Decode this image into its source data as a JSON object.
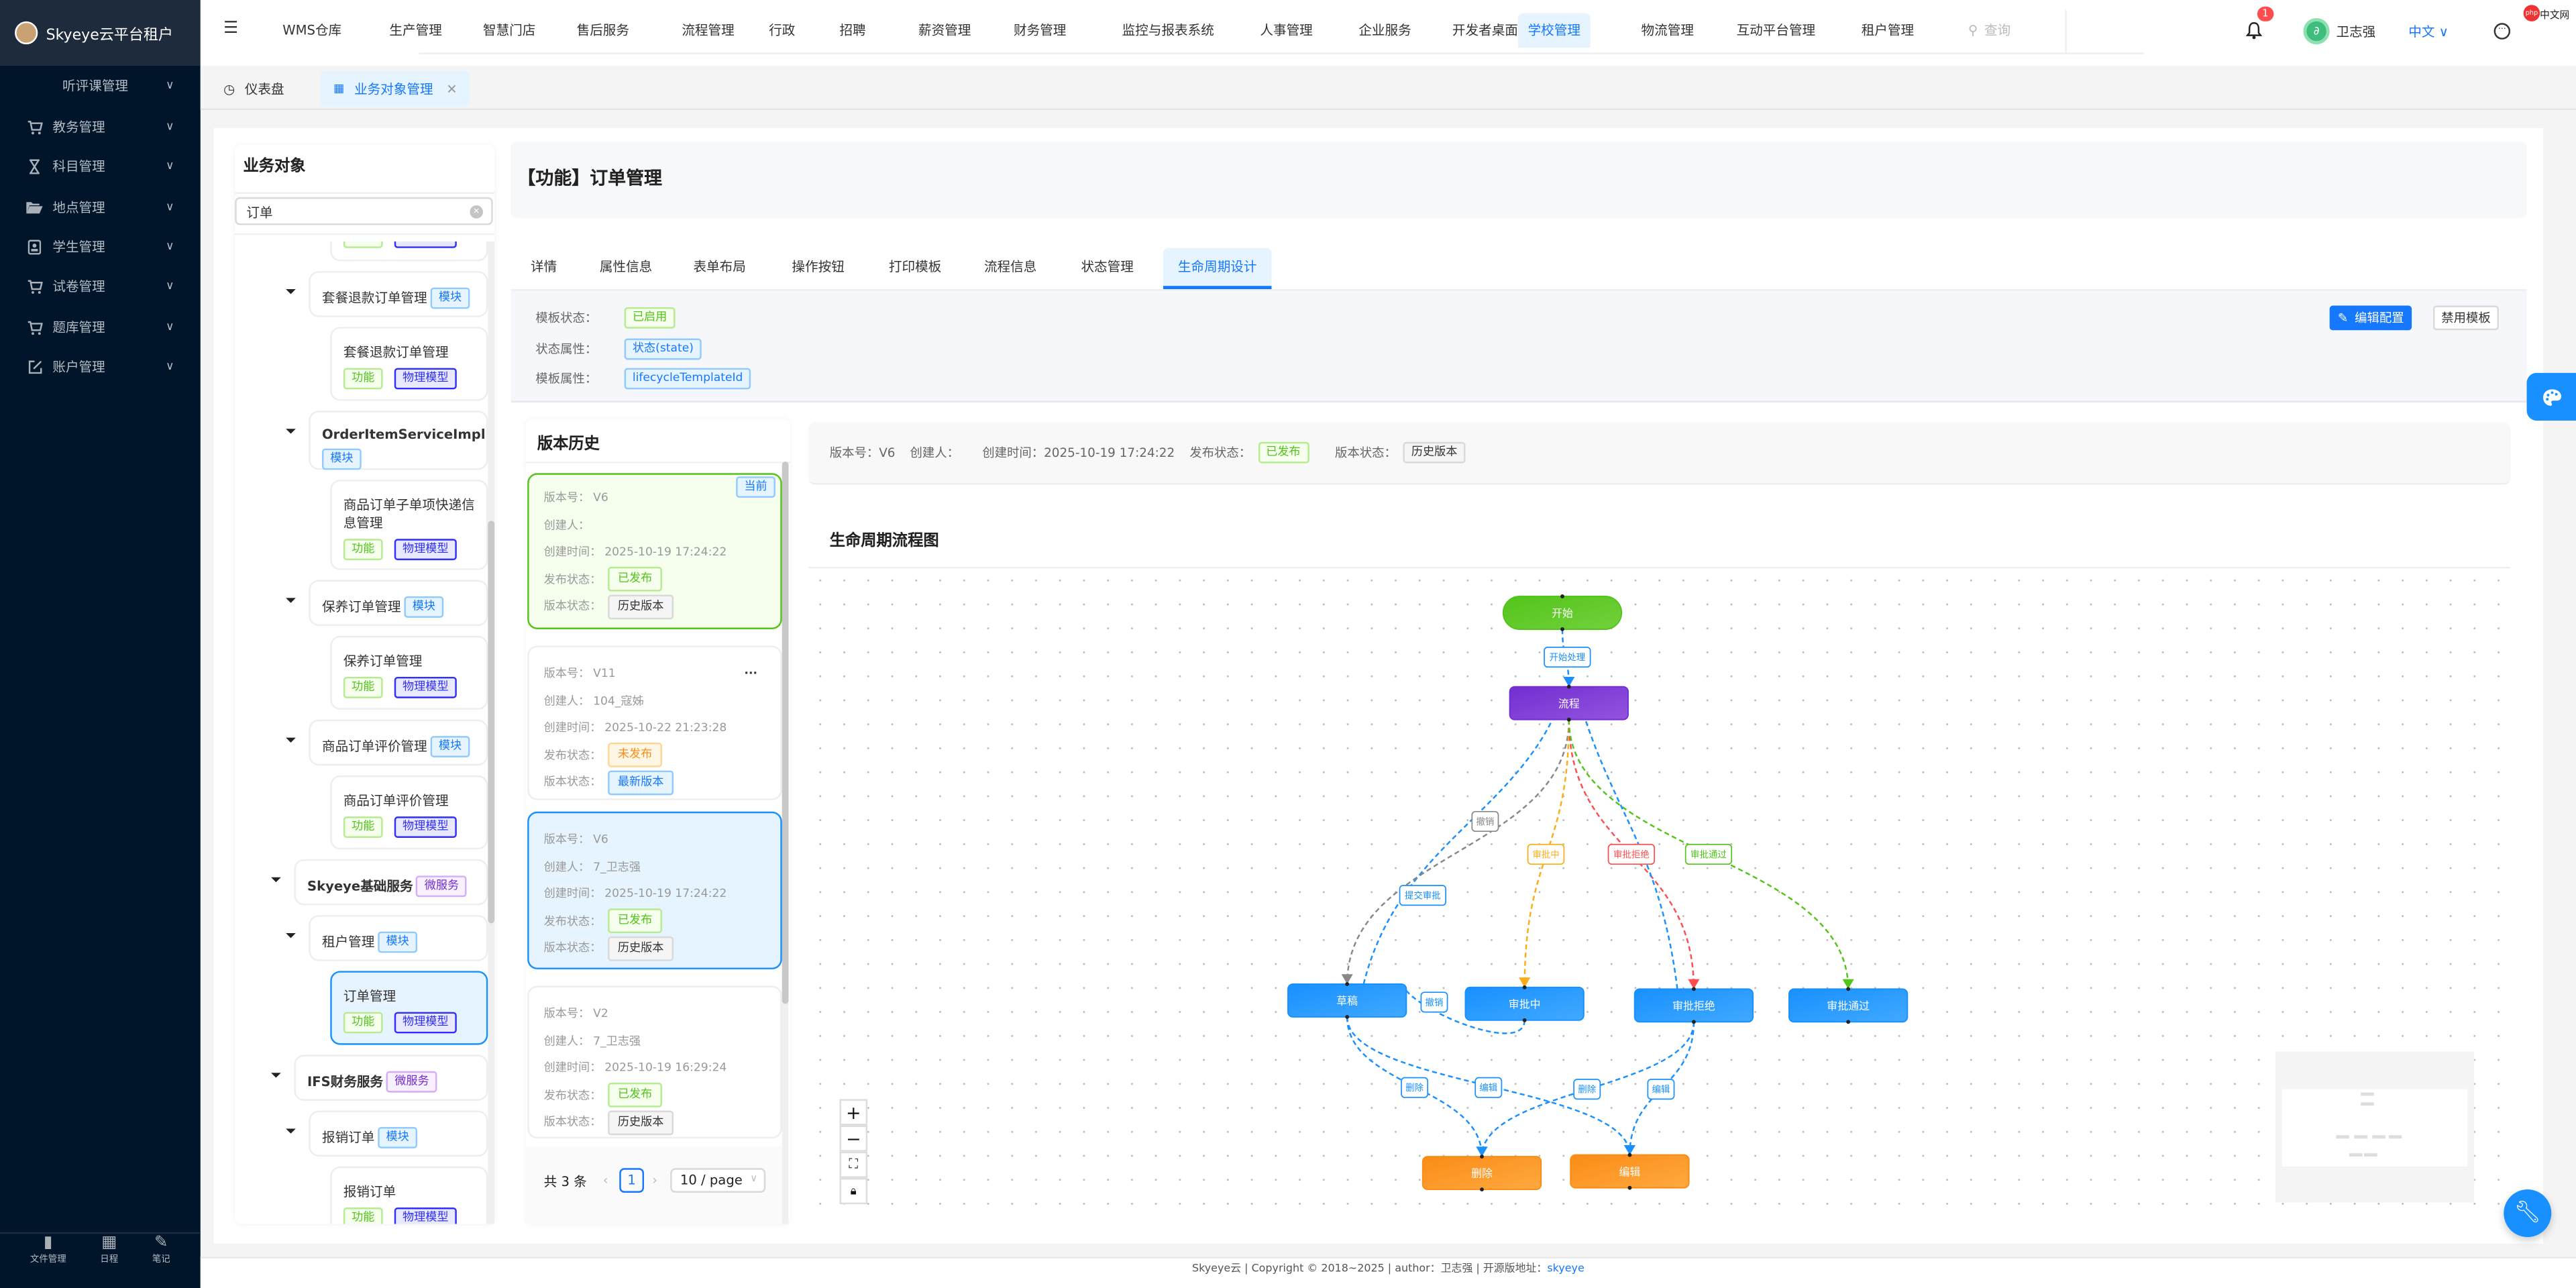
{
  "app": {
    "title": "Skyeye云平台租户"
  },
  "sidebar": {
    "items": [
      {
        "label": "听评课管理",
        "icon": "none"
      },
      {
        "label": "教务管理",
        "icon": "cart-plus-icon"
      },
      {
        "label": "科目管理",
        "icon": "hourglass-icon"
      },
      {
        "label": "地点管理",
        "icon": "folder-open-icon"
      },
      {
        "label": "学生管理",
        "icon": "id-card-icon"
      },
      {
        "label": "试卷管理",
        "icon": "cart-download-icon"
      },
      {
        "label": "题库管理",
        "icon": "cart-download-icon"
      },
      {
        "label": "账户管理",
        "icon": "edit-icon"
      }
    ],
    "bottom": [
      {
        "label": "文件管理",
        "icon": "file-icon"
      },
      {
        "label": "日程",
        "icon": "calendar-icon"
      },
      {
        "label": "笔记",
        "icon": "note-icon"
      }
    ]
  },
  "topnav": {
    "items": [
      "WMS仓库",
      "生产管理",
      "智慧门店",
      "售后服务",
      "流程管理",
      "行政",
      "招聘",
      "薪资管理",
      "财务管理",
      "监控与报表系统",
      "人事管理",
      "企业服务",
      "开发者桌面",
      "学校管理",
      "物流管理",
      "互动平台管理",
      "租户管理"
    ],
    "active": "学校管理",
    "search_placeholder": "查询",
    "notification_count": "1",
    "user": "卫志强",
    "language": "中文",
    "watermark": "中文网"
  },
  "tabs": {
    "items": [
      {
        "label": "仪表盘"
      },
      {
        "label": "业务对象管理",
        "active": true
      }
    ]
  },
  "tree": {
    "title": "业务对象",
    "search_value": "订单",
    "nodes": [
      {
        "type": "func",
        "label": "",
        "level": 3,
        "partial": true
      },
      {
        "type": "module",
        "label": "套餐退款订单管理",
        "level": 2
      },
      {
        "type": "func",
        "label": "套餐退款订单管理",
        "level": 3
      },
      {
        "type": "module",
        "label": "OrderItemServiceImpl",
        "level": 2,
        "wrap": true
      },
      {
        "type": "func",
        "label": "商品订单子单项快递信息管理",
        "level": 3
      },
      {
        "type": "module",
        "label": "保养订单管理",
        "level": 2
      },
      {
        "type": "func",
        "label": "保养订单管理",
        "level": 3
      },
      {
        "type": "module",
        "label": "商品订单评价管理",
        "level": 2
      },
      {
        "type": "func",
        "label": "商品订单评价管理",
        "level": 3
      },
      {
        "type": "service",
        "label": "Skyeye基础服务",
        "level": 1
      },
      {
        "type": "module",
        "label": "租户管理",
        "level": 2
      },
      {
        "type": "func",
        "label": "订单管理",
        "level": 3,
        "selected": true
      },
      {
        "type": "service",
        "label": "IFS财务服务",
        "level": 1
      },
      {
        "type": "module",
        "label": "报销订单",
        "level": 2
      },
      {
        "type": "func",
        "label": "报销订单",
        "level": 3
      }
    ],
    "tags": {
      "module": "模块",
      "service": "微服务",
      "func": "功能",
      "phys": "物理模型"
    }
  },
  "detail": {
    "title": "【功能】订单管理",
    "tabs": [
      "详情",
      "属性信息",
      "表单布局",
      "操作按钮",
      "打印模板",
      "流程信息",
      "状态管理",
      "生命周期设计"
    ],
    "active_tab": "生命周期设计",
    "template": {
      "status_label": "模板状态：",
      "status": "已启用",
      "state_attr_label": "状态属性：",
      "state_attr": "状态(state)",
      "template_attr_label": "模板属性：",
      "template_attr": "lifecycleTemplateId"
    },
    "edit_button": "编辑配置",
    "disable_button": "禁用模板"
  },
  "versions": {
    "title": "版本历史",
    "labels": {
      "version": "版本号：",
      "creator": "创建人：",
      "time": "创建时间：",
      "publish": "发布状态：",
      "state": "版本状态："
    },
    "current_badge": "当前",
    "items": [
      {
        "version": "V6",
        "creator": "",
        "time": "2025-10-19 17:24:22",
        "publish": "已发布",
        "publish_color": "green",
        "state": "历史版本",
        "state_color": "gray",
        "current": true
      },
      {
        "version": "V11",
        "creator": "104_寇姊",
        "time": "2025-10-22 21:23:28",
        "publish": "未发布",
        "publish_color": "orange",
        "state": "最新版本",
        "state_color": "blue",
        "more": true
      },
      {
        "version": "V6",
        "creator": "7_卫志强",
        "time": "2025-10-19 17:24:22",
        "publish": "已发布",
        "publish_color": "green",
        "state": "历史版本",
        "state_color": "gray",
        "selected": true
      },
      {
        "version": "V2",
        "creator": "7_卫志强",
        "time": "2025-10-19 16:29:24",
        "publish": "已发布",
        "publish_color": "green",
        "state": "历史版本",
        "state_color": "gray"
      }
    ],
    "pagination": {
      "total": "共 3 条",
      "page": "1",
      "page_size": "10 / page"
    }
  },
  "version_info": {
    "version_label": "版本号：",
    "version": "V6",
    "creator_label": "创建人：",
    "creator": "",
    "time_label": "创建时间：",
    "time": "2025-10-19 17:24:22",
    "publish_label": "发布状态：",
    "publish": "已发布",
    "state_label": "版本状态：",
    "state": "历史版本"
  },
  "flow": {
    "title": "生命周期流程图",
    "colors": {
      "start": "#52c41a",
      "process": "#722ed1",
      "state": "#1890ff",
      "action": "#fa8c16"
    },
    "nodes": [
      {
        "id": "start",
        "label": "开始",
        "kind": "start"
      },
      {
        "id": "process",
        "label": "流程",
        "kind": "process"
      },
      {
        "id": "draft",
        "label": "草稿",
        "kind": "state"
      },
      {
        "id": "pending",
        "label": "审批中",
        "kind": "state"
      },
      {
        "id": "rejected",
        "label": "审批拒绝",
        "kind": "state"
      },
      {
        "id": "approved",
        "label": "审批通过",
        "kind": "state"
      },
      {
        "id": "delete",
        "label": "删除",
        "kind": "action"
      },
      {
        "id": "edit",
        "label": "编辑",
        "kind": "action"
      }
    ],
    "edges": [
      {
        "from": "start",
        "to": "process",
        "label": "开始处理",
        "color": "#1890ff"
      },
      {
        "from": "draft",
        "to": "process",
        "label": "提交审批",
        "color": "#1890ff"
      },
      {
        "from": "process",
        "to": "draft",
        "label": "撤销",
        "color": "#888888"
      },
      {
        "from": "process",
        "to": "pending",
        "label": "审批中",
        "color": "#faad14"
      },
      {
        "from": "process",
        "to": "rejected",
        "label": "审批拒绝",
        "color": "#ff4d4f"
      },
      {
        "from": "process",
        "to": "approved",
        "label": "审批通过",
        "color": "#52c41a"
      },
      {
        "from": "rejected",
        "to": "process",
        "label": "",
        "color": "#1890ff"
      },
      {
        "from": "pending",
        "to": "draft",
        "label": "撤销",
        "color": "#1890ff"
      },
      {
        "from": "draft",
        "to": "delete",
        "label": "删除",
        "color": "#1890ff"
      },
      {
        "from": "draft",
        "to": "edit",
        "label": "编辑",
        "color": "#1890ff"
      },
      {
        "from": "rejected",
        "to": "delete",
        "label": "删除",
        "color": "#1890ff"
      },
      {
        "from": "rejected",
        "to": "edit",
        "label": "编辑",
        "color": "#1890ff"
      }
    ]
  },
  "footer": {
    "text": "Skyeye云 | Copyright © 2018~2025 | author：卫志强 | 开源版地址：",
    "link": "skyeye"
  }
}
